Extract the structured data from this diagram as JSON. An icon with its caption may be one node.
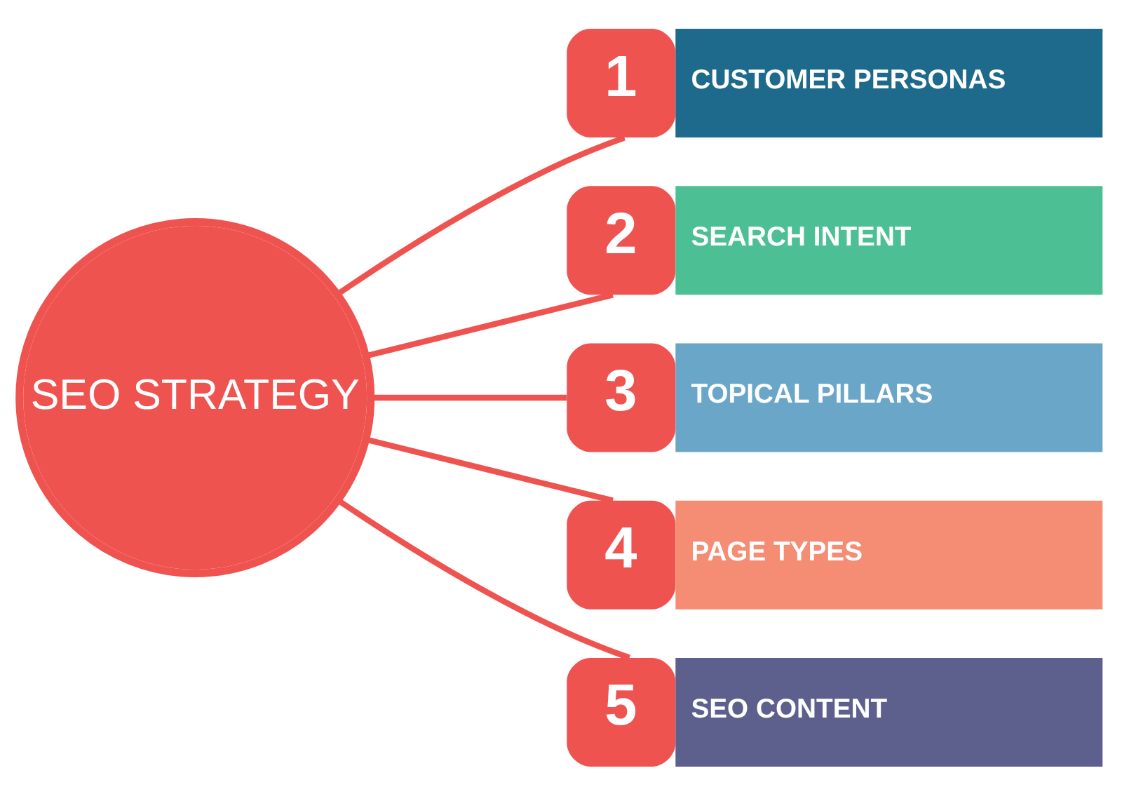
{
  "diagram": {
    "nodes": [
      {
        "text": [
          "SEO STRATEGY"
        ]
      },
      {
        "text": [
          "1",
          "CUSTOMER PERSONAS"
        ]
      },
      {
        "text": [
          "2",
          "SEARCH INTENT"
        ]
      },
      {
        "text": [
          "3",
          "TOPICAL PILLARS"
        ]
      },
      {
        "text": [
          "4",
          "PAGE TYPES"
        ]
      },
      {
        "text": [
          "5",
          "SEO CONTENT"
        ]
      }
    ],
    "edges": [
      {
        "from": 0,
        "to": 1,
        "arrow": "none"
      },
      {
        "from": 0,
        "to": 2,
        "arrow": "none"
      },
      {
        "from": 0,
        "to": 3,
        "arrow": "none"
      },
      {
        "from": 0,
        "to": 4,
        "arrow": "none"
      },
      {
        "from": 0,
        "to": 5,
        "arrow": "none"
      }
    ]
  }
}
